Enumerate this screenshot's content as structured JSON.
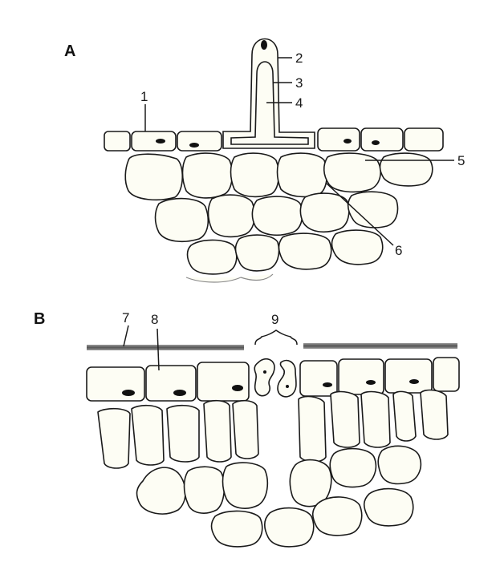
{
  "panels": {
    "a": {
      "label": "A"
    },
    "b": {
      "label": "B"
    }
  },
  "labels": {
    "l1": "1",
    "l2": "2",
    "l3": "3",
    "l4": "4",
    "l5": "5",
    "l6": "6",
    "l7": "7",
    "l8": "8",
    "l9": "9"
  }
}
